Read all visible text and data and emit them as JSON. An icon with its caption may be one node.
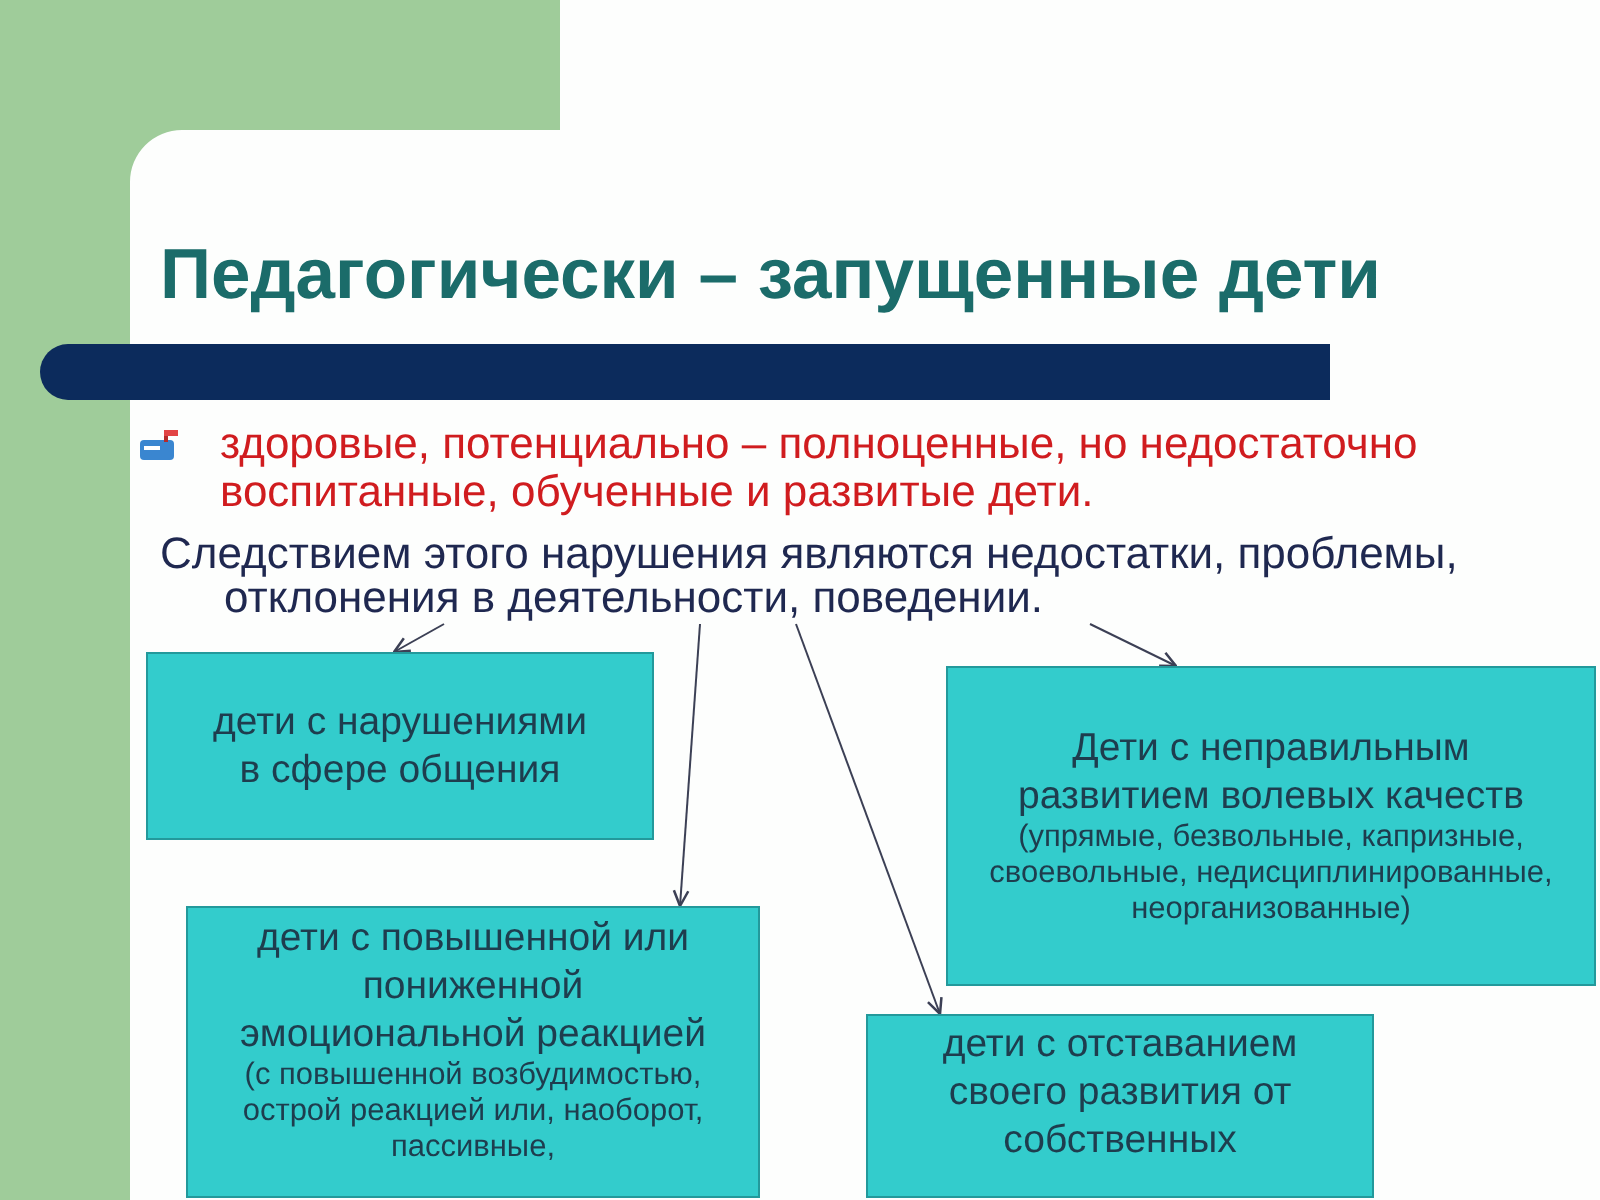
{
  "diagram": {
    "title": "Педагогически – запущенные дети",
    "nodes": [
      {
        "text": [
          "Следствием этого нарушения являются недостатки, проблемы, отклонения в деятельности, поведении."
        ]
      },
      {
        "text": [
          "дети с нарушениями в сфере общения"
        ]
      },
      {
        "text": [
          "Дети с неправильным развитием волевых качеств",
          "(упрямые, безвольные, капризные, своевольные, недисциплинированные, неорганизованные)"
        ]
      },
      {
        "text": [
          "дети с повышенной или пониженной эмоциональной реакцией",
          "(с повышенной возбудимостью, острой реакцией или, наоборот, пассивные,"
        ]
      },
      {
        "text": [
          "дети с отставанием своего развития от собственных"
        ]
      }
    ],
    "edges": [
      {
        "from": 0,
        "to": 1,
        "arrow": "to"
      },
      {
        "from": 0,
        "to": 3,
        "arrow": "to"
      },
      {
        "from": 0,
        "to": 4,
        "arrow": "to"
      },
      {
        "from": 0,
        "to": 2,
        "arrow": "to"
      }
    ],
    "labels": [
      "здоровые, потенциально – полноценные, но недостаточно воспитанные, обученные и развитые дети."
    ]
  }
}
